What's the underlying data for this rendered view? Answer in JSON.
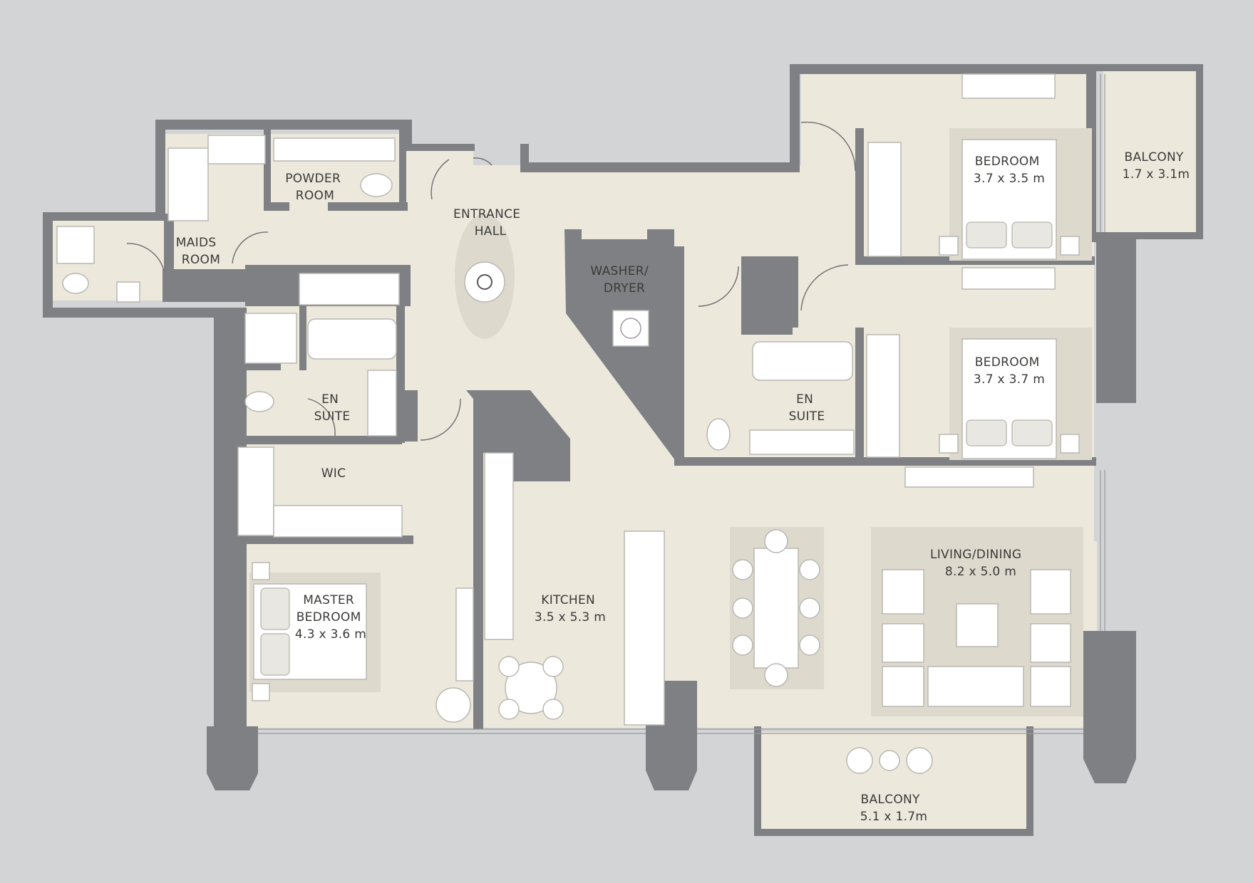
{
  "colors": {
    "background": "#d3d4d6",
    "wall": "#7f8083",
    "floor": "#ece8dc",
    "furniture": "#ffffff",
    "rug": "#ddd9cd"
  },
  "rooms": {
    "maids_room": {
      "name": "MAIDS\nROOM"
    },
    "powder_room": {
      "name": "POWDER\nROOM"
    },
    "entrance_hall": {
      "name": "ENTRANCE\nHALL"
    },
    "washer_dryer": {
      "name": "WASHER/\nDRYER"
    },
    "bedroom_1": {
      "name": "BEDROOM",
      "size": "3.7 x 3.5 m"
    },
    "balcony_1": {
      "name": "BALCONY",
      "size": "1.7 x 3.1m"
    },
    "bedroom_2": {
      "name": "BEDROOM",
      "size": "3.7 x 3.7 m"
    },
    "en_suite_1": {
      "name": "EN\nSUITE"
    },
    "en_suite_2": {
      "name": "EN\nSUITE"
    },
    "wic": {
      "name": "WIC"
    },
    "master_bedroom": {
      "name": "MASTER\nBEDROOM",
      "size": "4.3 x 3.6 m"
    },
    "kitchen": {
      "name": "KITCHEN",
      "size": "3.5 x 5.3 m"
    },
    "living_dining": {
      "name": "LIVING/DINING",
      "size": "8.2 x 5.0 m"
    },
    "balcony_2": {
      "name": "BALCONY",
      "size": "5.1 x 1.7m"
    }
  }
}
